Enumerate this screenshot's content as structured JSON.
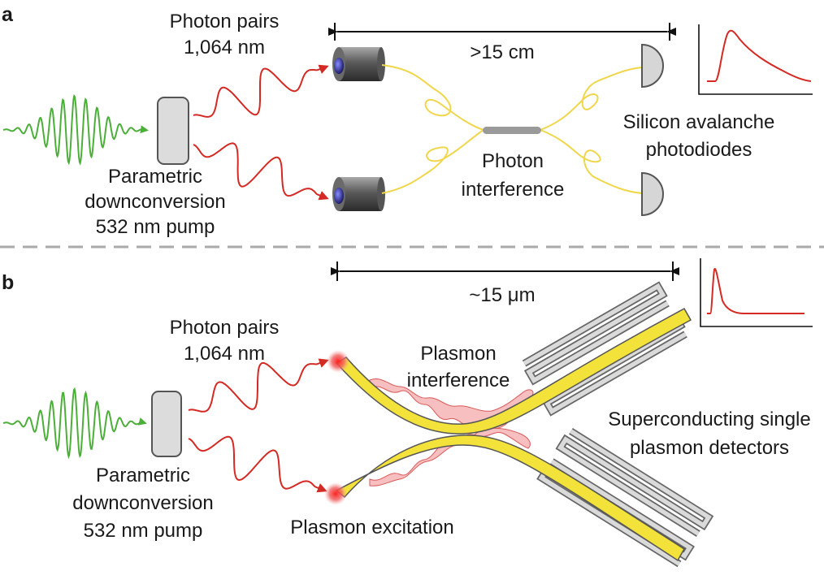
{
  "panel_a": {
    "letter": "a",
    "photon_pairs_label": "Photon pairs",
    "wavelength_label": "1,064 nm",
    "distance_label": ">15 cm",
    "interference_line1": "Photon",
    "interference_line2": "interference",
    "detector_line1": "Silicon avalanche",
    "detector_line2": "photodiodes",
    "source_line1": "Parametric",
    "source_line2": "downconversion",
    "source_line3": "532 nm pump"
  },
  "panel_b": {
    "letter": "b",
    "photon_pairs_label": "Photon pairs",
    "wavelength_label": "1,064 nm",
    "distance_label": "~15 μm",
    "interference_line1": "Plasmon",
    "interference_line2": "interference",
    "detector_line1": "Superconducting single",
    "detector_line2": "plasmon detectors",
    "source_line1": "Parametric",
    "source_line2": "downconversion",
    "source_line3": "532 nm pump",
    "excitation_label": "Plasmon excitation"
  },
  "colors": {
    "pump": "#4caf3a",
    "photon": "#d42a24",
    "fiber": "#f0d64a",
    "waveguide": "#f2e23a",
    "plasmon_glow": "#f08a8a",
    "divider": "#aaaaaa"
  }
}
